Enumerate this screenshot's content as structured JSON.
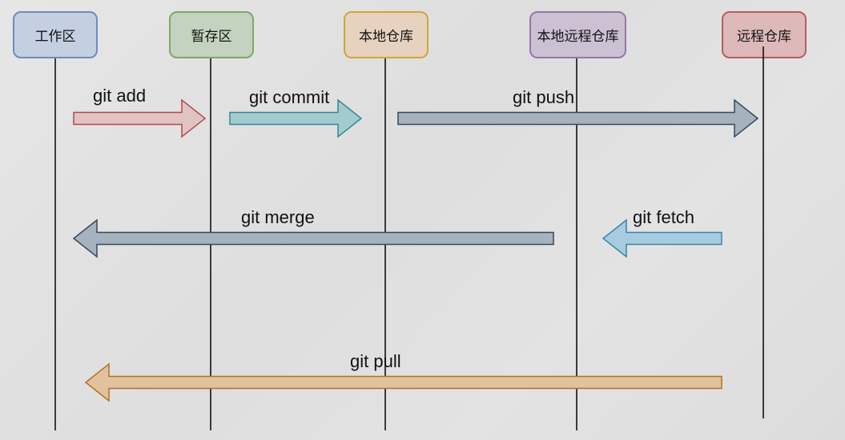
{
  "lanes": [
    {
      "id": "workspace",
      "label": "工作区",
      "fill": "#c4d0e2",
      "stroke": "#6e8bbd"
    },
    {
      "id": "staging",
      "label": "暂存区",
      "fill": "#c3d3bf",
      "stroke": "#7fa864"
    },
    {
      "id": "local-repo",
      "label": "本地仓库",
      "fill": "#e6d2bf",
      "stroke": "#d0a53c"
    },
    {
      "id": "local-remote-repo",
      "label": "本地远程仓库",
      "fill": "#cbc1d3",
      "stroke": "#9676a8"
    },
    {
      "id": "remote-repo",
      "label": "远程仓库",
      "fill": "#deb9b9",
      "stroke": "#b65e5e"
    }
  ],
  "arrows": [
    {
      "id": "git-add",
      "label": "git add",
      "from": "workspace",
      "to": "staging",
      "direction": "right",
      "fill": "#e2c3c3",
      "stroke": "#b24a4a"
    },
    {
      "id": "git-commit",
      "label": "git commit",
      "from": "staging",
      "to": "local-repo",
      "direction": "right",
      "fill": "#a3cbcf",
      "stroke": "#2e8a90"
    },
    {
      "id": "git-push",
      "label": "git push",
      "from": "local-repo",
      "to": "remote-repo",
      "direction": "right",
      "fill": "#a6b3be",
      "stroke": "#34495e"
    },
    {
      "id": "git-merge",
      "label": "git merge",
      "from": "local-remote-repo",
      "to": "workspace",
      "direction": "left",
      "fill": "#a6b3be",
      "stroke": "#34495e"
    },
    {
      "id": "git-fetch",
      "label": "git fetch",
      "from": "remote-repo",
      "to": "local-remote-repo",
      "direction": "left",
      "fill": "#a7cbdf",
      "stroke": "#3a84ad"
    },
    {
      "id": "git-pull",
      "label": "git pull",
      "from": "remote-repo",
      "to": "workspace",
      "direction": "left",
      "fill": "#e0c39e",
      "stroke": "#b86e1f"
    }
  ]
}
